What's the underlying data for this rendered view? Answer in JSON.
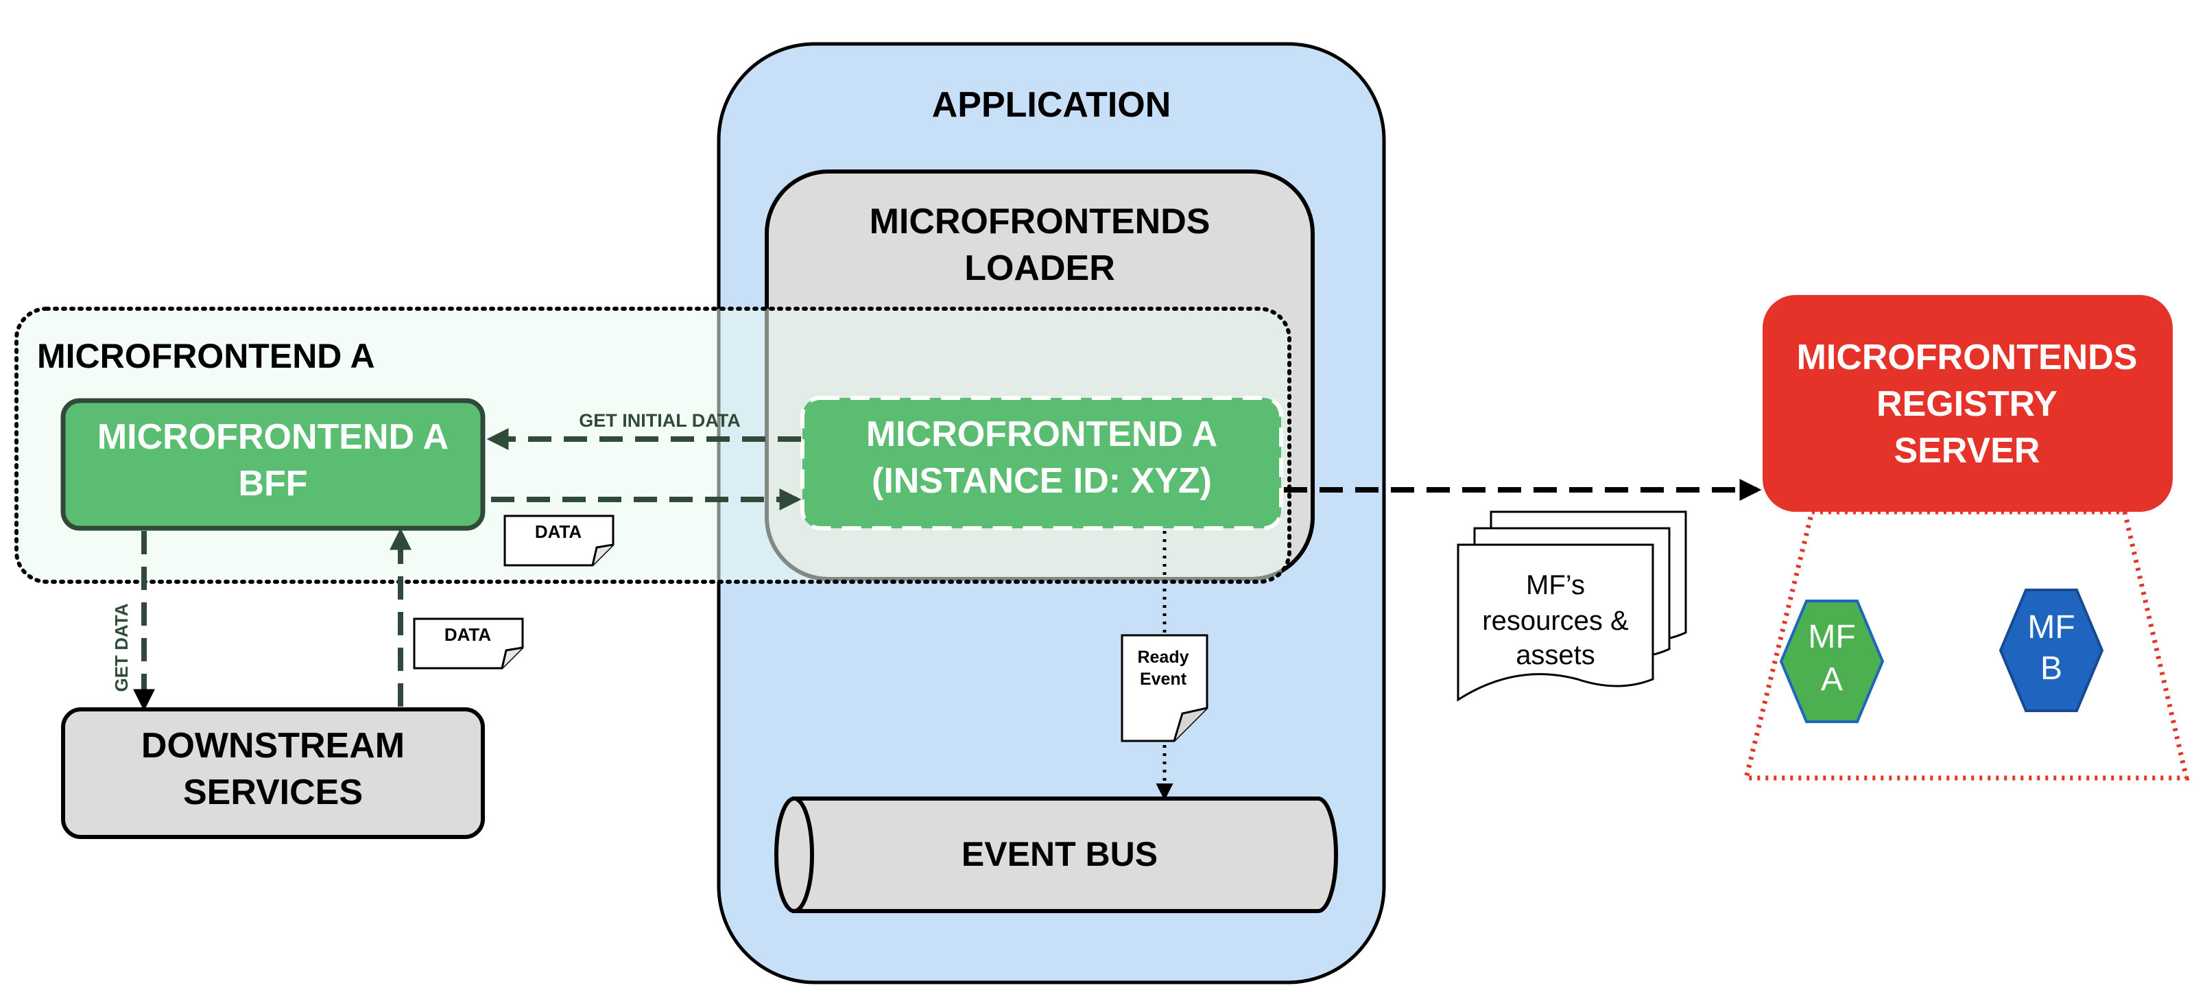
{
  "application": {
    "title": "APPLICATION"
  },
  "loader": {
    "line1": "MICROFRONTENDS",
    "line2": "LOADER"
  },
  "microfrontend_group": {
    "title": "MICROFRONTEND A"
  },
  "bff": {
    "line1": "MICROFRONTEND A",
    "line2": "BFF"
  },
  "instance": {
    "line1": "MICROFRONTEND A",
    "line2": "(INSTANCE ID: XYZ)"
  },
  "downstream": {
    "line1": "DOWNSTREAM",
    "line2": "SERVICES"
  },
  "event_bus": {
    "label": "EVENT BUS"
  },
  "registry": {
    "line1": "MICROFRONTENDS",
    "line2": "REGISTRY",
    "line3": "SERVER"
  },
  "registry_items": [
    {
      "line1": "MF",
      "line2": "A",
      "color": "#4caf50"
    },
    {
      "line1": "MF",
      "line2": "B",
      "color": "#1f65c0"
    }
  ],
  "edges": {
    "get_initial_data": "GET INITIAL DATA",
    "data_to_instance": "DATA",
    "get_data": "GET DATA",
    "data_from_downstream": "DATA"
  },
  "ready_event": {
    "line1": "Ready",
    "line2": "Event"
  },
  "resources": {
    "line1": "MF’s",
    "line2": "resources &",
    "line3": "assets"
  },
  "colors": {
    "application_fill": "#c7e0f8",
    "loader_fill": "#dcdcdc",
    "group_fill": "#eafaee",
    "green": "#5bbd72",
    "registry_red": "#e53329",
    "downstream_fill": "#dcdcdc",
    "arrow_dark": "#2f4a38"
  }
}
